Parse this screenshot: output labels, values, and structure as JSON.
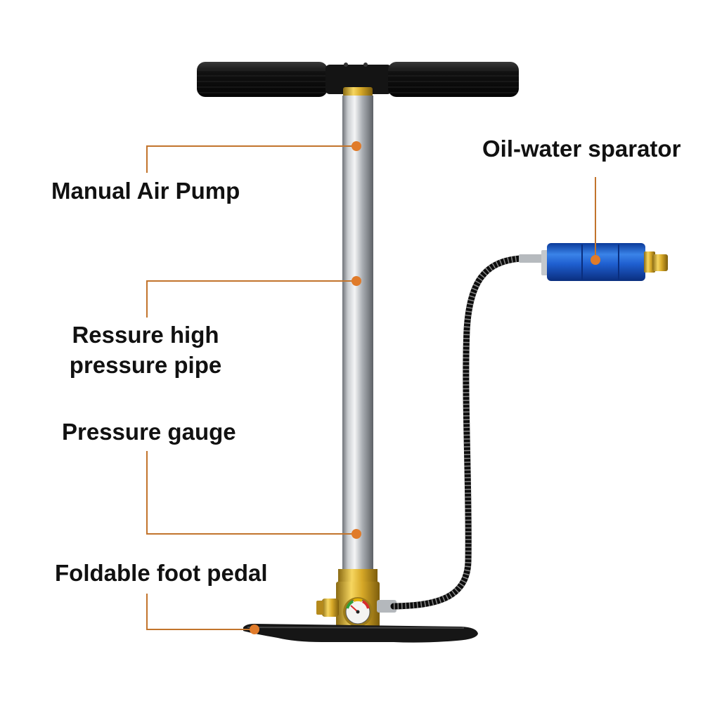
{
  "labels": {
    "manual_air_pump": "Manual Air Pump",
    "pressure_pipe_line1": "Ressure high",
    "pressure_pipe_line2": "pressure pipe",
    "pressure_gauge": "Pressure gauge",
    "foot_pedal": "Foldable foot pedal",
    "oil_water_separator": "Oil-water sparator"
  },
  "colors": {
    "leader": "#c2742c",
    "dot": "#e07b2a",
    "text": "#111111"
  }
}
